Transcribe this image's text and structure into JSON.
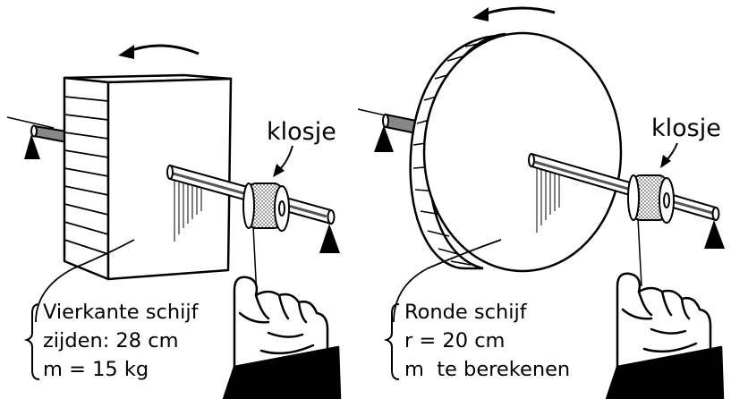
{
  "panels": [
    {
      "spool_label": "klosje",
      "lines": [
        "Vierkante schijf",
        "zijden: 28 cm",
        "m = 15 kg"
      ]
    },
    {
      "spool_label": "klosje",
      "lines": [
        "Ronde schijf",
        "r = 20 cm",
        "m  te berekenen"
      ]
    }
  ]
}
